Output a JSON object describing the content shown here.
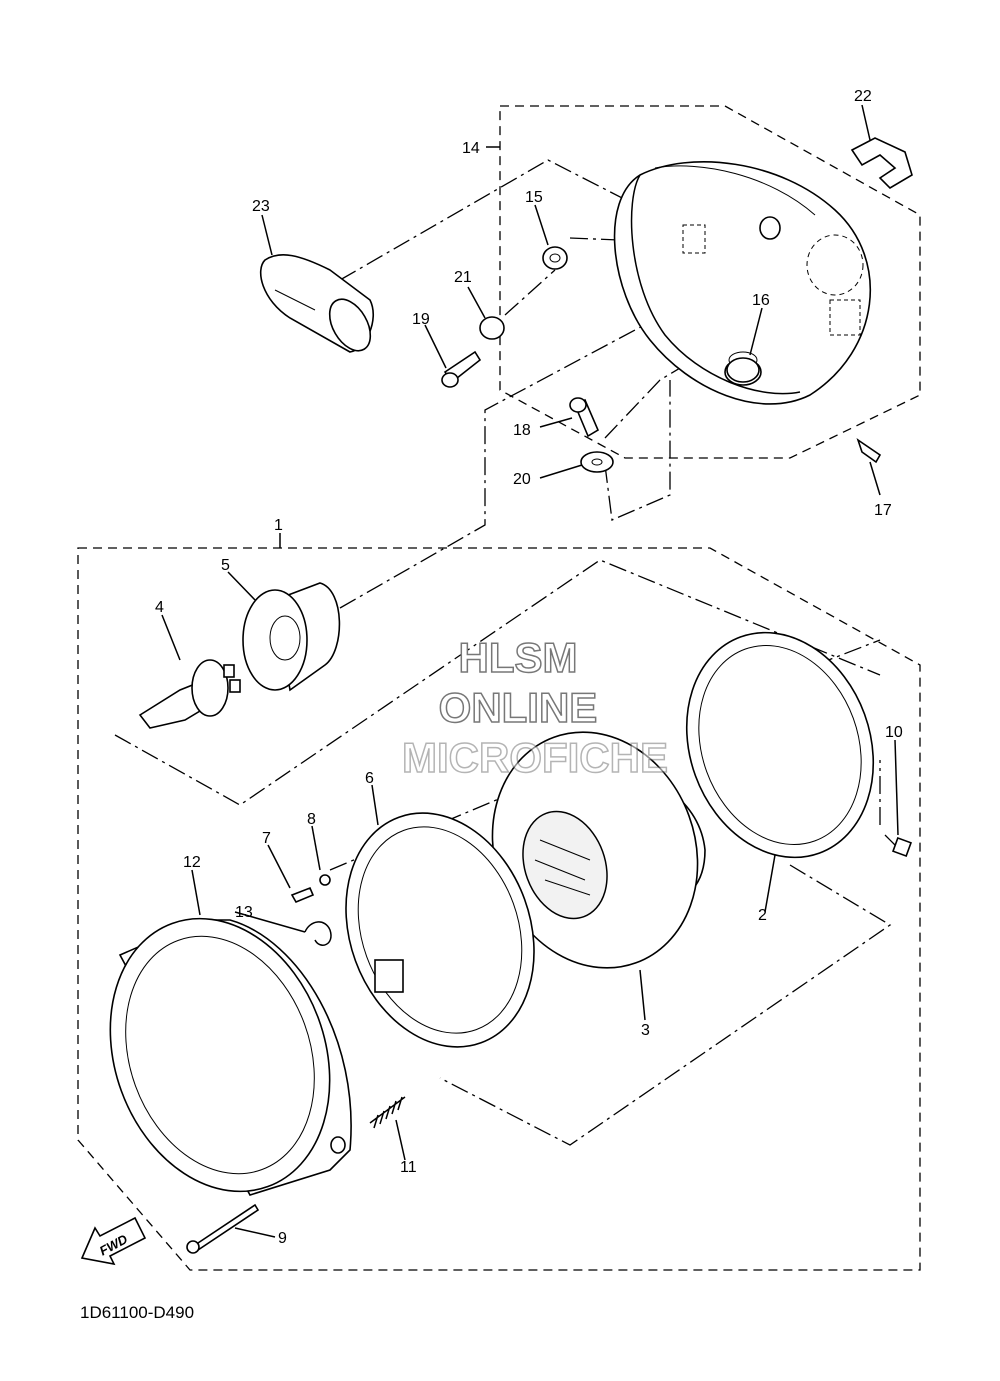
{
  "diagram": {
    "drawing_code": "1D61100-D490",
    "direction_label": "FWD",
    "watermark": [
      "HLSM",
      "ONLINE",
      "MICROFICHE"
    ],
    "callouts": [
      "1",
      "2",
      "3",
      "4",
      "5",
      "6",
      "7",
      "8",
      "9",
      "10",
      "11",
      "12",
      "13",
      "14",
      "15",
      "16",
      "17",
      "18",
      "19",
      "20",
      "21",
      "22",
      "23"
    ]
  }
}
